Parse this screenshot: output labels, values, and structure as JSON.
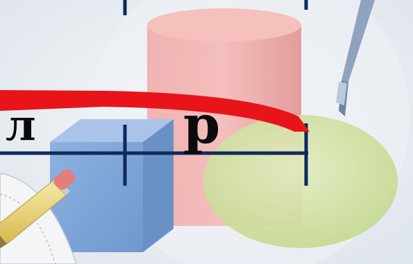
{
  "labels": {
    "left_letter": "л",
    "right_letter": "р"
  },
  "colors": {
    "background": "#e6ebf0",
    "line": "#0e2a5c",
    "arc": "#e8141a",
    "cube": "#7ea3d6",
    "cylinder": "#ee9a9a",
    "ellipse": "#cfe0a0",
    "letters": "#0b0b0b"
  },
  "decorations": [
    "cylinder-shape",
    "cube-shape",
    "ellipse-shape",
    "compass-icon",
    "pencil-icon",
    "protractor-icon"
  ]
}
